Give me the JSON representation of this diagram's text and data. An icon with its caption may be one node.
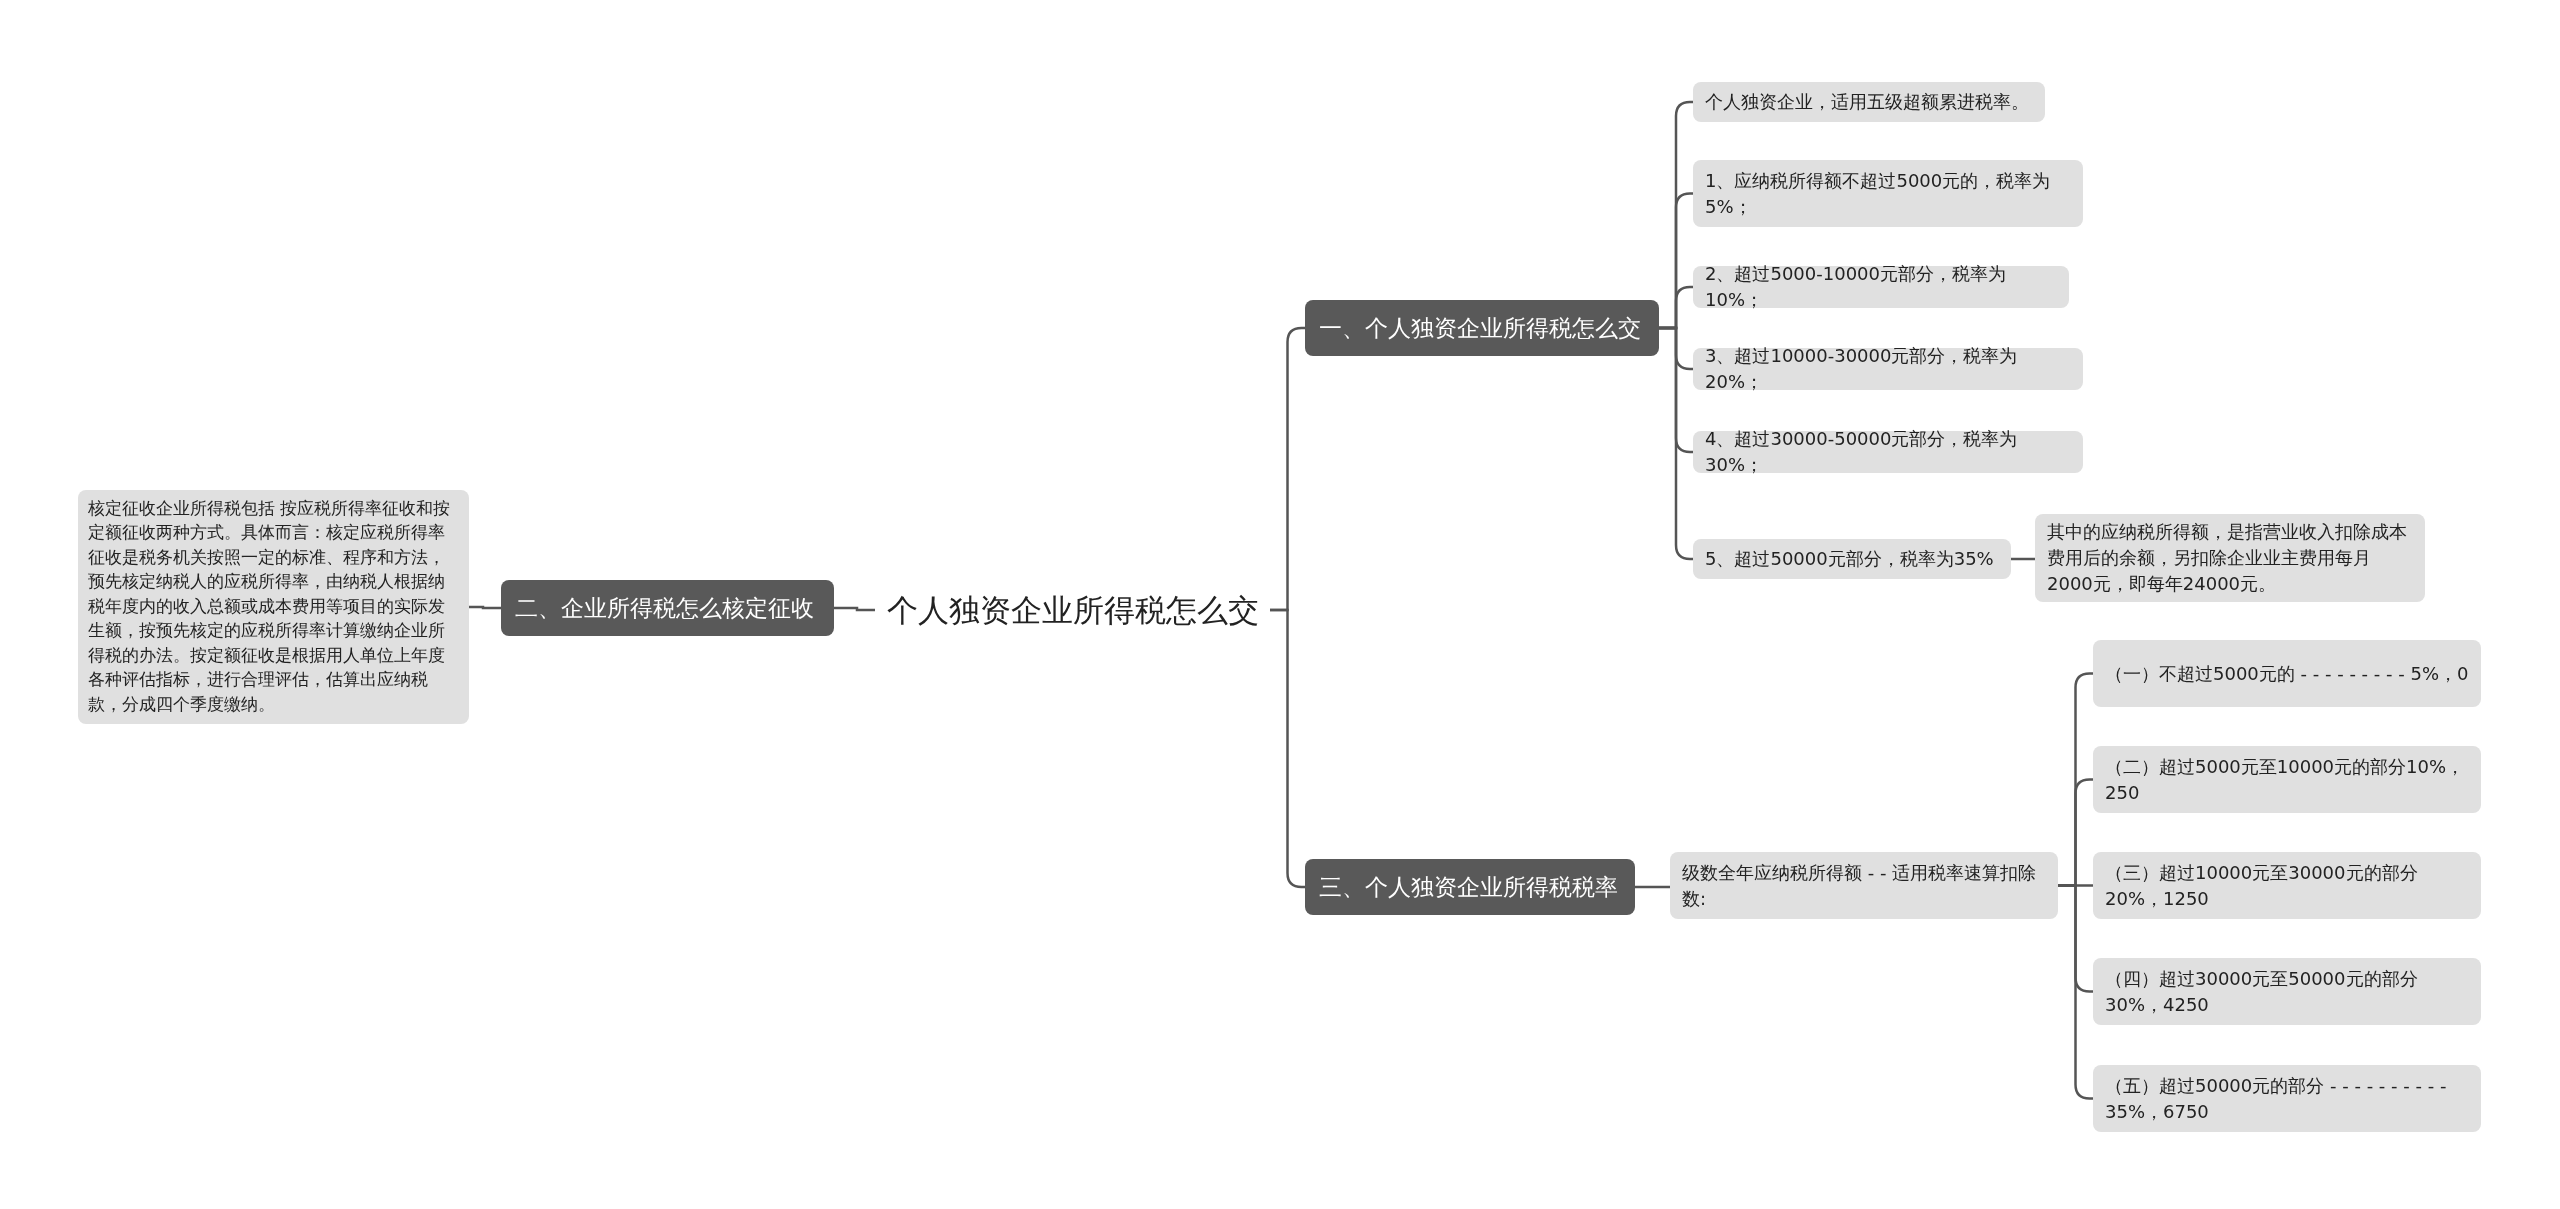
{
  "diagram": {
    "nodes": [
      {
        "text": [
          "个人独资企业所得税怎么交"
        ]
      },
      {
        "text": [
          "一、个人独资企业所得税怎么交"
        ]
      },
      {
        "text": [
          "二、企业所得税怎么核定征收"
        ]
      },
      {
        "text": [
          "三、个人独资企业所得税税率"
        ]
      },
      {
        "text": [
          "核定征收企业所得税包括 按应税所得率征收和按定额征收两种方式。具体而言：核定应税所得率征收是税务机关按照一定的标准、程序和方法，预先核定纳税人的应税所得率，由纳税人根据纳税年度内的收入总额或成本费用等项目的实际发生额，按预先核定的应税所得率计算缴纳企业所得税的办法。按定额征收是根据用人单位上年度各种评估指标，进行合理评估，估算出应纳税款，分成四个季度缴纳。"
        ]
      },
      {
        "text": [
          "个人独资企业，适用五级超额累进税率。"
        ]
      },
      {
        "text": [
          "1、应纳税所得额不超过5000元的，税率为5%；"
        ]
      },
      {
        "text": [
          "2、超过5000-10000元部分，税率为10%；"
        ]
      },
      {
        "text": [
          "3、超过10000-30000元部分，税率为20%；"
        ]
      },
      {
        "text": [
          "4、超过30000-50000元部分，税率为30%；"
        ]
      },
      {
        "text": [
          "5、超过50000元部分，税率为35%"
        ]
      },
      {
        "text": [
          "其中的应纳税所得额，是指营业收入扣除成本费用后的余额，另扣除企业业主费用每月2000元，即每年24000元。"
        ]
      },
      {
        "text": [
          "级数全年应纳税所得额 - - 适用税率速算扣除数:"
        ]
      },
      {
        "text": [
          "（一）不超过5000元的 - - - - - - - - - 5%，0"
        ]
      },
      {
        "text": [
          "（二）超过5000元至10000元的部分10%，250"
        ]
      },
      {
        "text": [
          "（三）超过10000元至30000元的部分20%，1250"
        ]
      },
      {
        "text": [
          "（四）超过30000元至50000元的部分30%，4250"
        ]
      },
      {
        "text": [
          "（五）超过50000元的部分 - - - - - - - - - - 35%，6750"
        ]
      }
    ],
    "edges": [
      {
        "from": 0,
        "to": 1,
        "arrow": "none"
      },
      {
        "from": 0,
        "to": 2,
        "arrow": "none"
      },
      {
        "from": 0,
        "to": 3,
        "arrow": "none"
      },
      {
        "from": 2,
        "to": 4,
        "arrow": "none"
      },
      {
        "from": 1,
        "to": 5,
        "arrow": "none"
      },
      {
        "from": 1,
        "to": 6,
        "arrow": "none"
      },
      {
        "from": 1,
        "to": 7,
        "arrow": "none"
      },
      {
        "from": 1,
        "to": 8,
        "arrow": "none"
      },
      {
        "from": 1,
        "to": 9,
        "arrow": "none"
      },
      {
        "from": 1,
        "to": 10,
        "arrow": "none"
      },
      {
        "from": 10,
        "to": 11,
        "arrow": "none"
      },
      {
        "from": 3,
        "to": 12,
        "arrow": "none"
      },
      {
        "from": 12,
        "to": 13,
        "arrow": "none"
      },
      {
        "from": 12,
        "to": 14,
        "arrow": "none"
      },
      {
        "from": 12,
        "to": 15,
        "arrow": "none"
      },
      {
        "from": 12,
        "to": 16,
        "arrow": "none"
      },
      {
        "from": 12,
        "to": 17,
        "arrow": "none"
      }
    ]
  }
}
